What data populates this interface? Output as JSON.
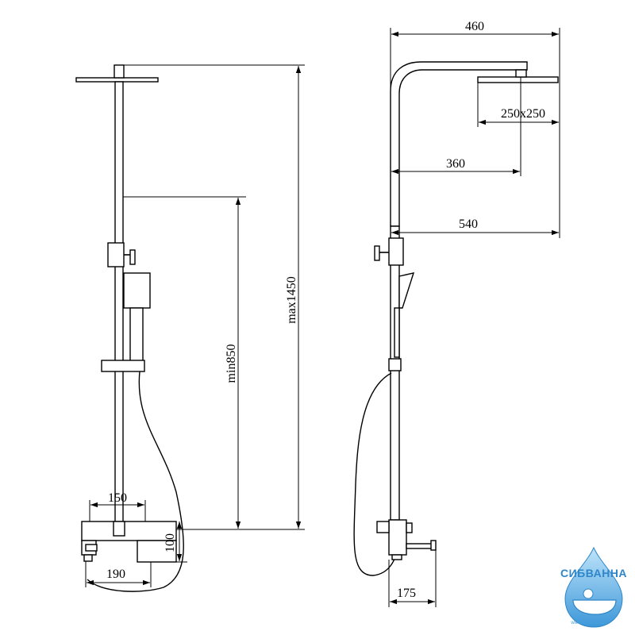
{
  "dimensions": {
    "width_total": "460",
    "head_size": "250x250",
    "arm_reach": "360",
    "wall_to_head": "540",
    "max_height": "max1450",
    "min_height": "min850",
    "mixer_width": "150",
    "mixer_height": "100",
    "mixer_depth": "190",
    "spout_length": "175"
  },
  "logo": {
    "name": "СИБВАННА",
    "url": "www.sibvanna.ru",
    "color": "#2f86c8"
  }
}
